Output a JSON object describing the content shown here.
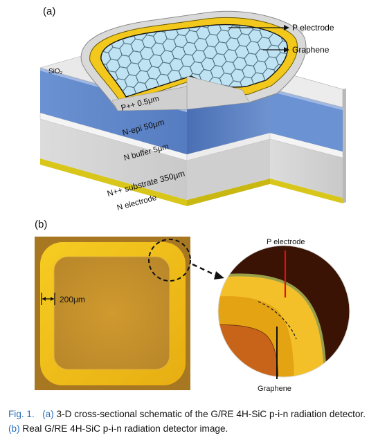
{
  "panel_a": {
    "label": "(a)",
    "annotations": {
      "p_electrode": "P electrode",
      "graphene": "Graphene",
      "sio2": "SiO₂"
    },
    "layers": [
      {
        "label": "P++  0.5μm"
      },
      {
        "label": "N-epi  50μm"
      },
      {
        "label": "N buffer  5μm"
      },
      {
        "label": "N++ substrate 350μm"
      },
      {
        "label": "N electrode"
      }
    ]
  },
  "panel_b": {
    "label": "(b)",
    "scale_label": "200μm",
    "zoom_labels": {
      "p_electrode": "P electrode",
      "graphene": "Graphene"
    }
  },
  "caption": {
    "fig_label": "Fig. 1.",
    "part_a_marker": "(a)",
    "part_a_text": "3-D cross-sectional schematic of the G/RE 4H-SiC p-i-n radiation detector.",
    "part_b_marker": "(b)",
    "part_b_text": "Real G/RE 4H-SiC p-i-n radiation detector image."
  },
  "colors": {
    "n_epi": "#5f86c8",
    "substrate": "#d6d6d6",
    "electrode": "#d8c61a",
    "graphene_fill": "#bfe3f2",
    "gold": "#f2c21a",
    "chip_bg": "#b8862a"
  }
}
